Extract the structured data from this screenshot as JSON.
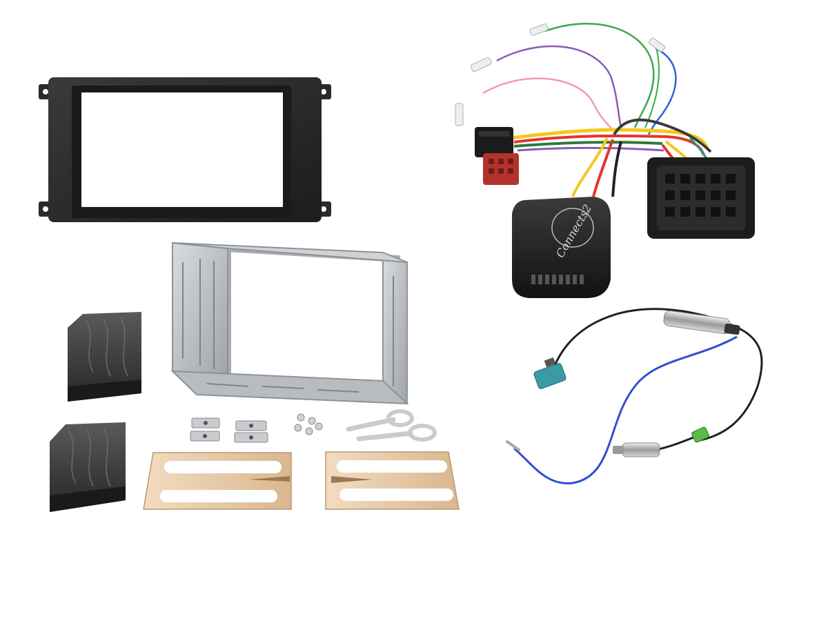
{
  "scene": {
    "kind": "product-photo",
    "background": "#ffffff",
    "components": [
      "double-din-fascia",
      "steering-interface-harness",
      "mounting-cage",
      "foam-pads",
      "mounting-brackets",
      "release-keys",
      "antenna-adapter"
    ]
  },
  "branding": {
    "interface_logo": "Connects2"
  },
  "colors": {
    "fascia": "#2a2a2a",
    "cage_metal": "#bfc3c7",
    "foam": "#3a3a3a",
    "bracket": "#e6c9a4",
    "connector_red": "#b5322c",
    "wire_green": "#3aa84a",
    "wire_purple": "#8a5bb5",
    "wire_blue": "#2f5fd6",
    "wire_yellow": "#f2c81d",
    "wire_pink": "#f29aa8"
  }
}
